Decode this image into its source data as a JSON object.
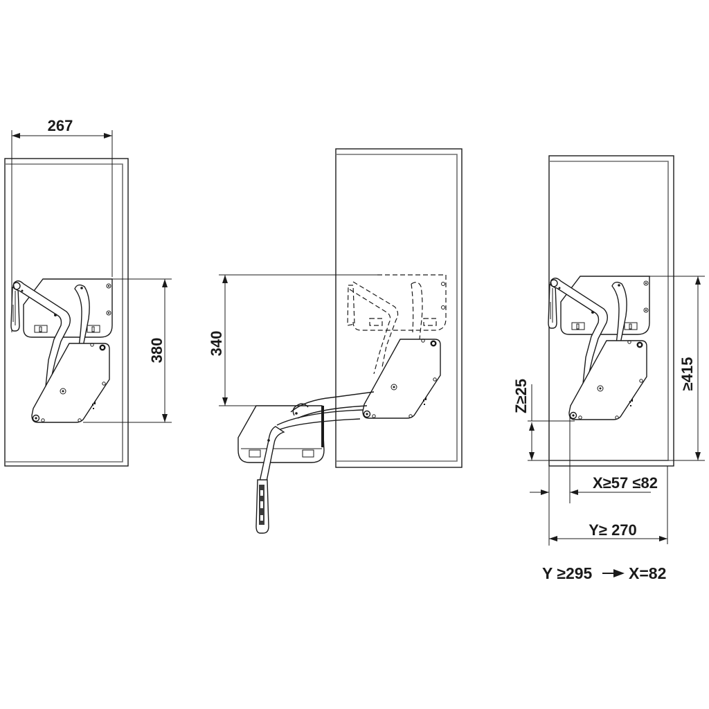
{
  "diagram": {
    "type": "technical-drawing",
    "subject": "lift-up flap fitting / pull-down shelf mechanism in wall cabinet",
    "line_color": "#1a1a1a",
    "background": "#ffffff",
    "views": [
      {
        "id": "left",
        "description": "closed position, cabinet front view",
        "dimensions": {
          "width": "267",
          "height": "380"
        }
      },
      {
        "id": "middle",
        "description": "open/lowered position with dashed stowed position",
        "dimensions": {
          "drop": "340"
        }
      },
      {
        "id": "right",
        "description": "installation requirements",
        "dimensions": {
          "height": "≥415",
          "z": "Z≥25",
          "x": "X≥57 ≤82",
          "y": "Y≥ 270"
        },
        "note": {
          "condition": "Y ≥295",
          "result": "X=82"
        }
      }
    ]
  }
}
